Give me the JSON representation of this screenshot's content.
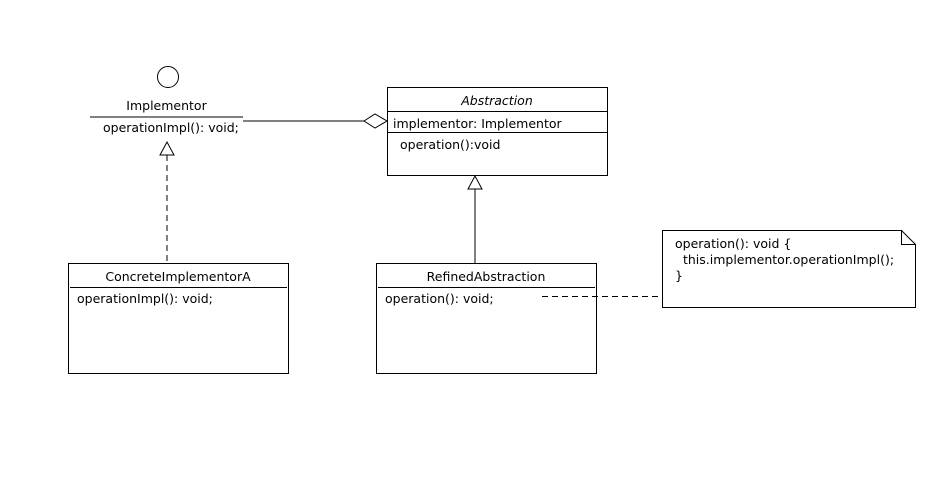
{
  "diagram": {
    "implementor": {
      "name": "Implementor",
      "method": "operationImpl(): void;"
    },
    "abstraction": {
      "name": "Abstraction",
      "attribute": "implementor: Implementor",
      "method": "operation():void"
    },
    "concrete_implementor_a": {
      "name": "ConcreteImplementorA",
      "method": "operationImpl(): void;"
    },
    "refined_abstraction": {
      "name": "RefinedAbstraction",
      "method": "operation(): void;"
    },
    "note": {
      "line1": "operation(): void {",
      "line2": "  this.implementor.operationImpl();",
      "line3": "}"
    }
  }
}
